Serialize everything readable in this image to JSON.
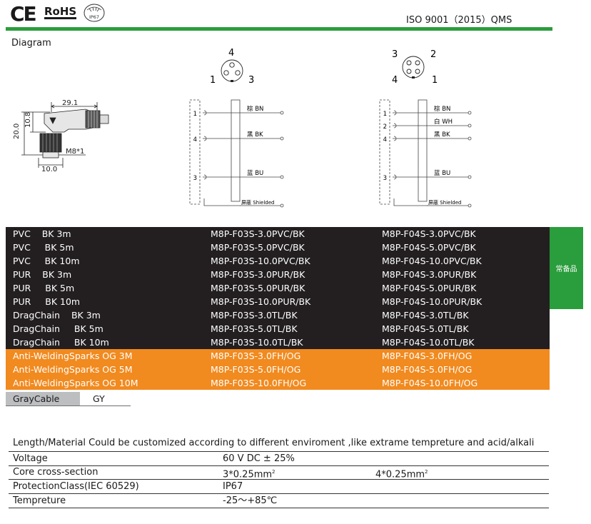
{
  "header": {
    "ce_mark": "CE",
    "rohs_mark": "RoHS",
    "ip_badge": "IP67",
    "certification": "ISO 9001（2015）QMS"
  },
  "diagram": {
    "title": "Diagram",
    "dimensions": {
      "width": "29.1",
      "height": "20.0",
      "inner_height": "10.8",
      "thread": "M8*1",
      "base": "10.0"
    },
    "pin_face_3": {
      "pins": [
        "4",
        "1",
        "3"
      ]
    },
    "pin_face_4": {
      "pins": [
        "3",
        "2",
        "4",
        "1"
      ]
    },
    "wiring_3": {
      "wires": [
        {
          "pin": "1",
          "label": "棕 BN"
        },
        {
          "pin": "4",
          "label": "黑 BK"
        },
        {
          "pin": "3",
          "label": "蓝 BU"
        }
      ],
      "shield": "屏蔽 Shielded"
    },
    "wiring_4": {
      "wires": [
        {
          "pin": "1",
          "label": "棕 BN"
        },
        {
          "pin": "2",
          "label": "白 WH"
        },
        {
          "pin": "4",
          "label": "黑 BK"
        },
        {
          "pin": "3",
          "label": "蓝 BU"
        }
      ],
      "shield": "屏蔽 Shielded"
    }
  },
  "products": {
    "rows": [
      {
        "cable": "PVC    BK 3m",
        "f03": "M8P-F03S-3.0PVC/BK",
        "f04": "M8P-F04S-3.0PVC/BK",
        "style": "dark"
      },
      {
        "cable": "PVC     BK 5m",
        "f03": "M8P-F03S-5.0PVC/BK",
        "f04": "M8P-F04S-5.0PVC/BK",
        "style": "dark"
      },
      {
        "cable": "PVC     BK 10m",
        "f03": "M8P-F03S-10.0PVC/BK",
        "f04": "M8P-F04S-10.0PVC/BK",
        "style": "dark"
      },
      {
        "cable": "PUR    BK 3m",
        "f03": "M8P-F03S-3.0PUR/BK",
        "f04": "M8P-F04S-3.0PUR/BK",
        "style": "dark"
      },
      {
        "cable": "PUR     BK 5m",
        "f03": "M8P-F03S-5.0PUR/BK",
        "f04": "M8P-F04S-5.0PUR/BK",
        "style": "dark"
      },
      {
        "cable": "PUR     BK 10m",
        "f03": "M8P-F03S-10.0PUR/BK",
        "f04": "M8P-F04S-10.0PUR/BK",
        "style": "dark"
      },
      {
        "cable": "DragChain    BK 3m",
        "f03": "M8P-F03S-3.0TL/BK",
        "f04": "M8P-F04S-3.0TL/BK",
        "style": "dark"
      },
      {
        "cable": "DragChain     BK 5m",
        "f03": "M8P-F03S-5.0TL/BK",
        "f04": "M8P-F04S-5.0TL/BK",
        "style": "dark"
      },
      {
        "cable": "DragChain     BK 10m",
        "f03": "M8P-F03S-10.0TL/BK",
        "f04": "M8P-F04S-10.0TL/BK",
        "style": "dark"
      },
      {
        "cable": "Anti-WeldingSparks OG 3M",
        "f03": "M8P-F03S-3.0FH/OG",
        "f04": "M8P-F04S-3.0FH/OG",
        "style": "orange"
      },
      {
        "cable": "Anti-WeldingSparks OG 5M",
        "f03": "M8P-F03S-5.0FH/OG",
        "f04": "M8P-F04S-5.0FH/OG",
        "style": "orange"
      },
      {
        "cable": "Anti-WeldingSparks OG 10M",
        "f03": "M8P-F03S-10.0FH/OG",
        "f04": "M8P-F04S-10.0FH/OG",
        "style": "orange"
      }
    ],
    "stock_label": "常备品",
    "gray_cable": "GrayCable",
    "gray_code": "GY"
  },
  "specs": {
    "custom_note": "Length/Material Could be customized according to different enviroment ,like extrame tempreture and acid/alkali",
    "voltage_label": "Voltage",
    "voltage_value": "60 V DC ± 25%",
    "core_label": "Core cross-section",
    "core_3": "3*0.25mm",
    "core_4": "4*0.25mm",
    "core_sup": "2",
    "protection_label": "ProtectionClass(IEC 60529)",
    "protection_value": "IP67",
    "temp_label": "Tempreture",
    "temp_value": "-25～+85℃"
  },
  "colors": {
    "green": "#2a9d3c",
    "dark_row": "#231f20",
    "orange_row": "#f18a1f",
    "gray_cell": "#bcbec0"
  }
}
